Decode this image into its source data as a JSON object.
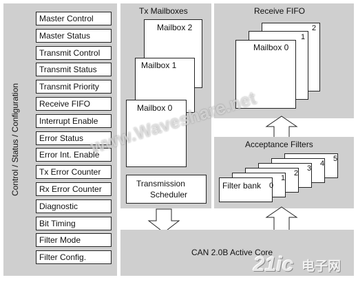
{
  "left_panel": {
    "vertical_label": "Control / Status / Configuration",
    "registers": [
      "Master Control",
      "Master Status",
      "Transmit Control",
      "Transmit Status",
      "Transmit Priority",
      "Receive FIFO",
      "Interrupt Enable",
      "Error Status",
      "Error Int. Enable",
      "Tx Error Counter",
      "Rx Error Counter",
      "Diagnostic",
      "Bit Timing",
      "Filter Mode",
      "Filter Config."
    ]
  },
  "tx_mailboxes": {
    "title": "Tx Mailboxes",
    "mailboxes": [
      "Mailbox 2",
      "Mailbox 1",
      "Mailbox 0"
    ],
    "scheduler_line1": "Transmission",
    "scheduler_line2": "Scheduler"
  },
  "receive_fifo": {
    "title": "Receive FIFO",
    "front_label": "Mailbox 0",
    "numbers": [
      "2",
      "1"
    ]
  },
  "acceptance_filters": {
    "title": "Acceptance Filters",
    "front_label": "Filter bank",
    "numbers": [
      "0",
      "1",
      "2",
      "3",
      "4",
      "5"
    ]
  },
  "core": {
    "label": "CAN 2.0B Active Core"
  },
  "watermarks": {
    "center": "www.Waveshare.net",
    "logo_latin": "21ic",
    "logo_cn": "电子网"
  }
}
